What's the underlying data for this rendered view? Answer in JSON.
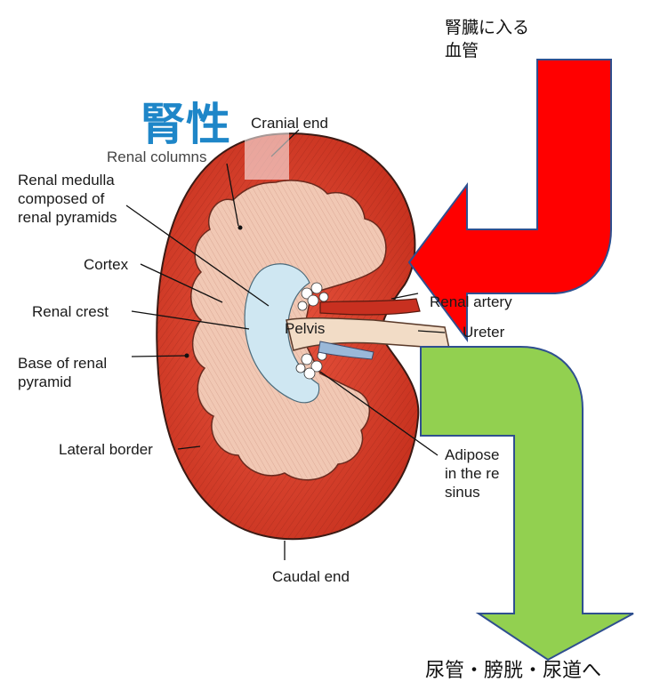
{
  "title": "腎性",
  "annotations": {
    "vessel_in": "腎臓に入る\n血管",
    "outflow": "尿管・膀胱・尿道へ"
  },
  "labels": {
    "cranial_end": "Cranial end",
    "renal_columns": "Renal columns",
    "renal_medulla": "Renal medulla\ncomposed of\nrenal pyramids",
    "cortex": "Cortex",
    "renal_crest": "Renal crest",
    "base_of_pyramid": "Base of renal\npyramid",
    "lateral_border": "Lateral border",
    "renal_artery": "Renal artery",
    "pelvis": "Pelvis",
    "ureter": "Ureter",
    "adipose": "Adipose\nin the re\nsinus",
    "caudal_end": "Caudal end"
  },
  "colors": {
    "title": "#1e86c8",
    "red_arrow": "#ff0000",
    "green_arrow": "#92d050",
    "arrow_outline": "#2f4f8f",
    "cortex": "#d23a2a",
    "medulla": "#f0c4b0",
    "pelvis": "#cde6f0"
  }
}
